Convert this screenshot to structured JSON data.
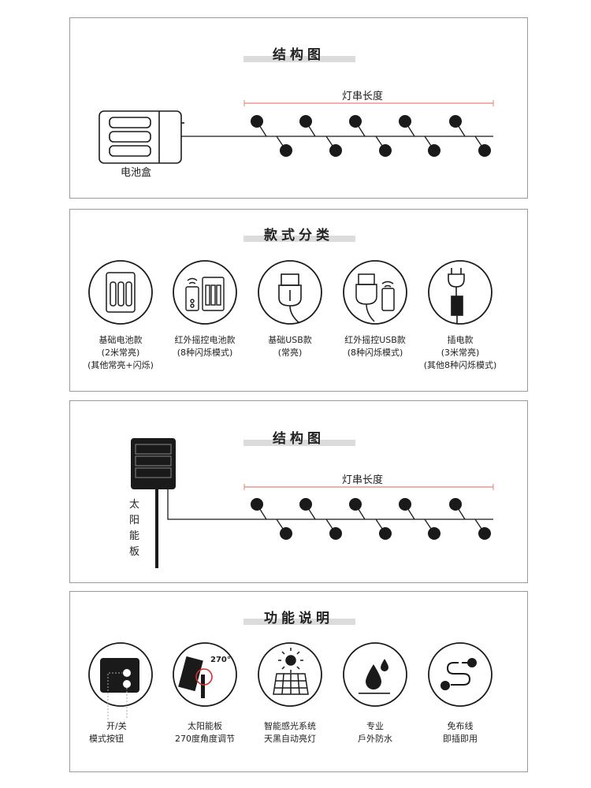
{
  "structure1": {
    "title": "结构图",
    "length_label": "灯串长度",
    "battery_label": "电池盒"
  },
  "styles": {
    "title": "款式分类",
    "items": [
      {
        "name": "基础电池款",
        "line2": "(2米常亮)",
        "line3": "(其他常亮+闪烁)",
        "icon": "battery-box-icon"
      },
      {
        "name": "红外摇控电池款",
        "line2": "(8种闪烁模式)",
        "icon": "remote-battery-icon"
      },
      {
        "name": "基础USB款",
        "line2": "(常亮)",
        "icon": "usb-icon"
      },
      {
        "name": "红外摇控USB款",
        "line2": "(8种闪烁模式)",
        "icon": "remote-usb-icon"
      },
      {
        "name": "插电款",
        "line2": "(3米常亮)",
        "line3": "(其他8种闪烁模式)",
        "icon": "plug-icon"
      }
    ]
  },
  "structure2": {
    "title": "结构图",
    "length_label": "灯串长度",
    "solar_label": [
      "太",
      "阳",
      "能",
      "板"
    ]
  },
  "functions": {
    "title": "功能说明",
    "angle": "270°",
    "items": [
      {
        "line1": "开/关",
        "line2": "模式按钮",
        "icon": "switch-button-icon"
      },
      {
        "line1": "太阳能板",
        "line2": "270度角度调节",
        "icon": "rotate-panel-icon"
      },
      {
        "line1": "智能感光系统",
        "line2": "天黑自动亮灯",
        "icon": "sun-panel-icon"
      },
      {
        "line1": "专业",
        "line2": "戶外防水",
        "icon": "waterproof-icon"
      },
      {
        "line1": "免布线",
        "line2": "即插即用",
        "icon": "wireless-icon"
      }
    ]
  },
  "colors": {
    "accent": "#e8827a",
    "ink": "#1a1a1a"
  }
}
